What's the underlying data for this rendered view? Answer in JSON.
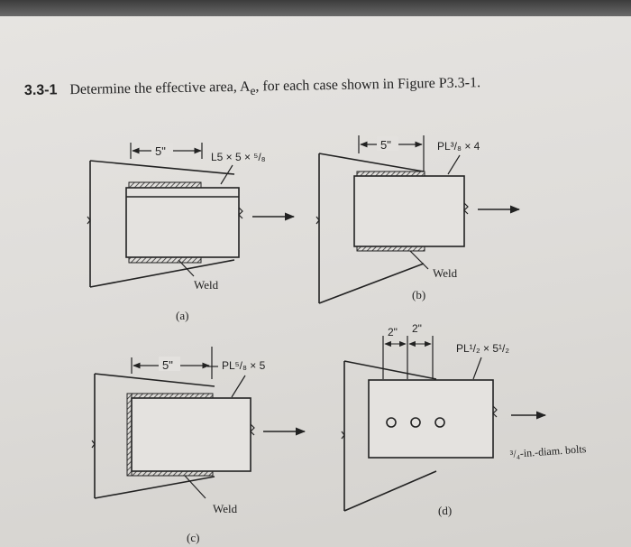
{
  "problem": {
    "number": "3.3-1",
    "statement": "Determine the effective area, A",
    "subscript": "e",
    "statement_end": ", for each case shown in Figure P3.3-1."
  },
  "figures": {
    "a": {
      "caption": "(a)",
      "dim": "5\"",
      "member": "L5 × 5 × ⁵/₈",
      "weld": "Weld"
    },
    "b": {
      "caption": "(b)",
      "dim": "5\"",
      "member": "PL³/₈ × 4",
      "weld": "Weld"
    },
    "c": {
      "caption": "(c)",
      "dim": "5\"",
      "member": "PL⁵/₈ × 5",
      "weld": "Weld"
    },
    "d": {
      "caption": "(d)",
      "dim1": "2\"",
      "dim2": "2\"",
      "member": "PL¹/₂ × 5¹/₂",
      "bolts": "³/₄-in.-diam. bolts"
    }
  }
}
